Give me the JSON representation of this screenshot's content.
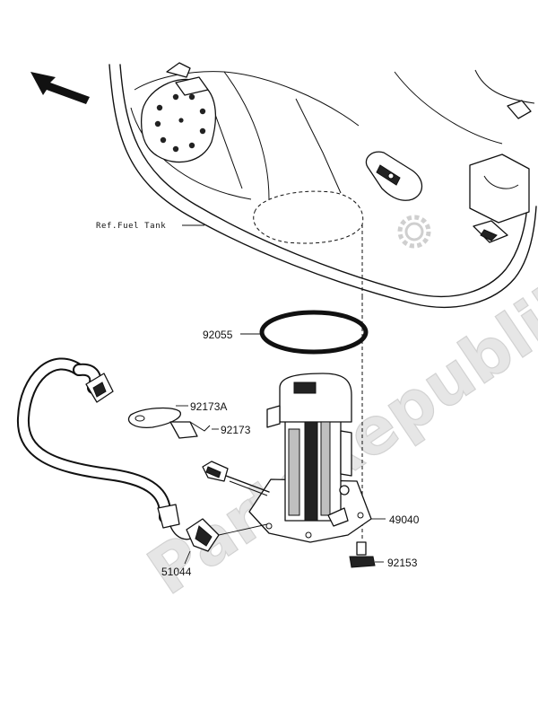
{
  "watermark": {
    "text": "PartsRepublik"
  },
  "reference": {
    "fuel_tank": "Ref.Fuel Tank"
  },
  "parts": {
    "p92055": "92055",
    "p92173a": "92173A",
    "p92173": "92173",
    "p49040": "49040",
    "p92153": "92153",
    "p51044": "51044"
  },
  "icons": {
    "direction": "front-direction-arrow-icon",
    "settings": "gear-icon"
  }
}
